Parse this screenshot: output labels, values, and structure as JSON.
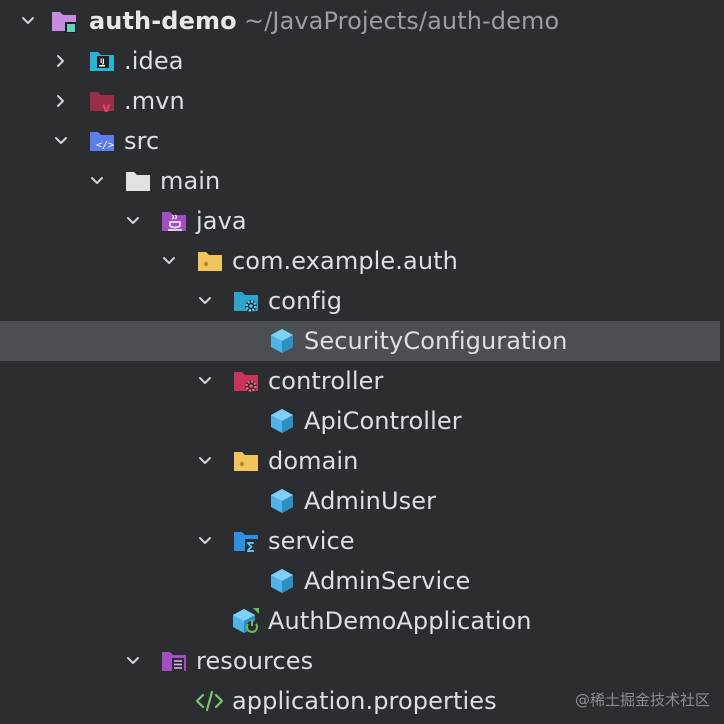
{
  "project": {
    "name": "auth-demo",
    "path": "~/JavaProjects/auth-demo"
  },
  "tree": [
    {
      "label": ".idea"
    },
    {
      "label": ".mvn"
    },
    {
      "label": "src"
    },
    {
      "label": "main"
    },
    {
      "label": "java"
    },
    {
      "label": "com.example.auth"
    },
    {
      "label": "config"
    },
    {
      "label": "SecurityConfiguration",
      "selected": true
    },
    {
      "label": "controller"
    },
    {
      "label": "ApiController"
    },
    {
      "label": "domain"
    },
    {
      "label": "AdminUser"
    },
    {
      "label": "service"
    },
    {
      "label": "AdminService"
    },
    {
      "label": "AuthDemoApplication"
    },
    {
      "label": "resources"
    },
    {
      "label": "application.properties"
    }
  ],
  "watermark": "@稀土掘金技术社区",
  "colors": {
    "background": "#2b2d30",
    "selection": "#4b4e53",
    "module_folder": "#c58ce0",
    "source_root": "#5c7ee8",
    "package_folder": "#f2c55c",
    "class_icon": "#4fb3e8",
    "resources_root": "#a34fc2"
  },
  "icons": [
    "chevron-down-icon",
    "chevron-right-icon",
    "module-folder-icon",
    "idea-folder-icon",
    "maven-folder-icon",
    "source-folder-icon",
    "folder-icon",
    "java-folder-icon",
    "package-folder-icon",
    "config-folder-icon",
    "controller-folder-icon",
    "service-folder-icon",
    "class-icon",
    "spring-app-icon",
    "resources-folder-icon",
    "properties-icon"
  ]
}
